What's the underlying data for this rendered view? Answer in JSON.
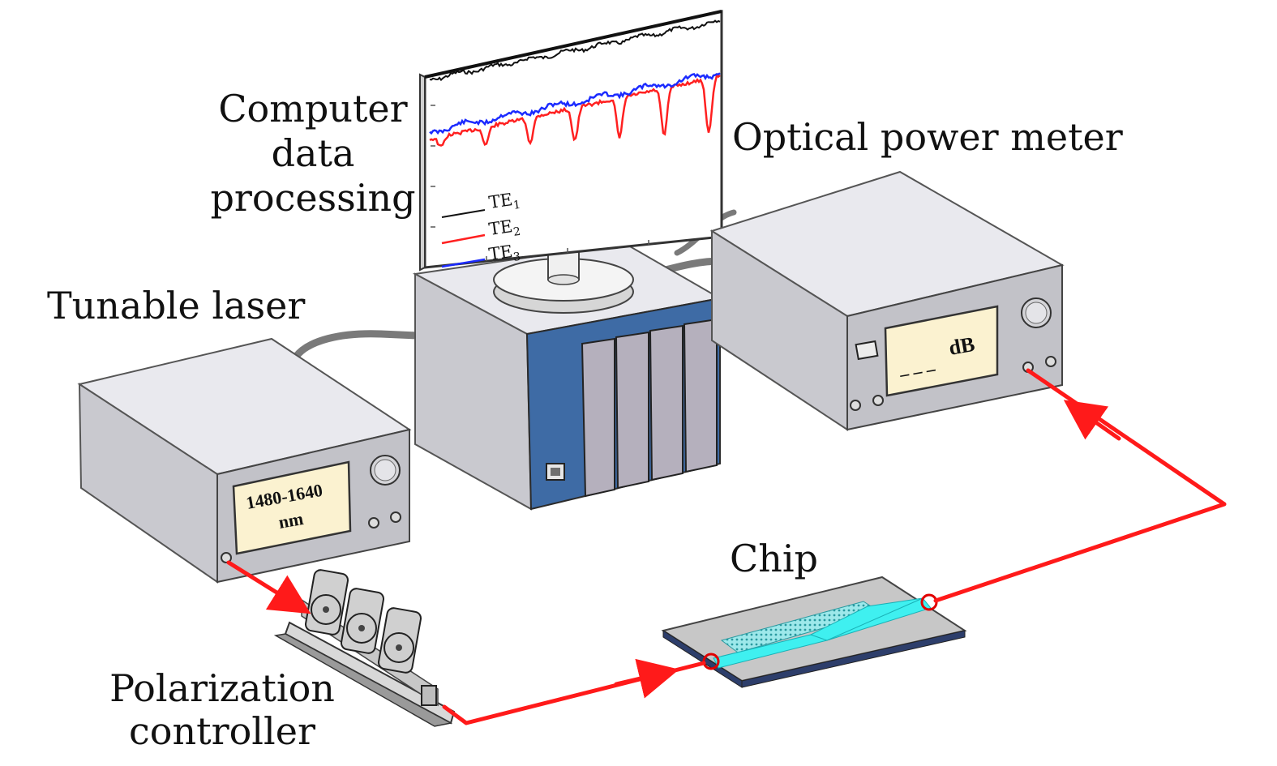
{
  "labels": {
    "computer_line1": "Computer",
    "computer_line2": "data",
    "computer_line3": "processing",
    "power_meter": "Optical power meter",
    "tunable_laser": "Tunable laser",
    "chip": "Chip",
    "polarization_line1": "Polarization",
    "polarization_line2": "controller"
  },
  "laser_display": {
    "line1": "1480-1640",
    "line2": "nm"
  },
  "meter_display": {
    "value": "_ _ _",
    "unit": "dB"
  },
  "legend": [
    {
      "name": "TE",
      "sub": "1",
      "color": "#111111"
    },
    {
      "name": "TE",
      "sub": "2",
      "color": "#ff2020"
    },
    {
      "name": "TE",
      "sub": "3",
      "color": "#1c2bff"
    }
  ],
  "colors": {
    "fiber": "#ff1a1a",
    "device_front": "#c9c9cf",
    "device_top": "#e9e9ee",
    "device_side": "#adadb5",
    "display_bg": "#fbf2d0",
    "computer_front": "#3e6ba5",
    "chip_waveguide": "#3ff0f0",
    "chip_base": "#c7c7c7"
  }
}
